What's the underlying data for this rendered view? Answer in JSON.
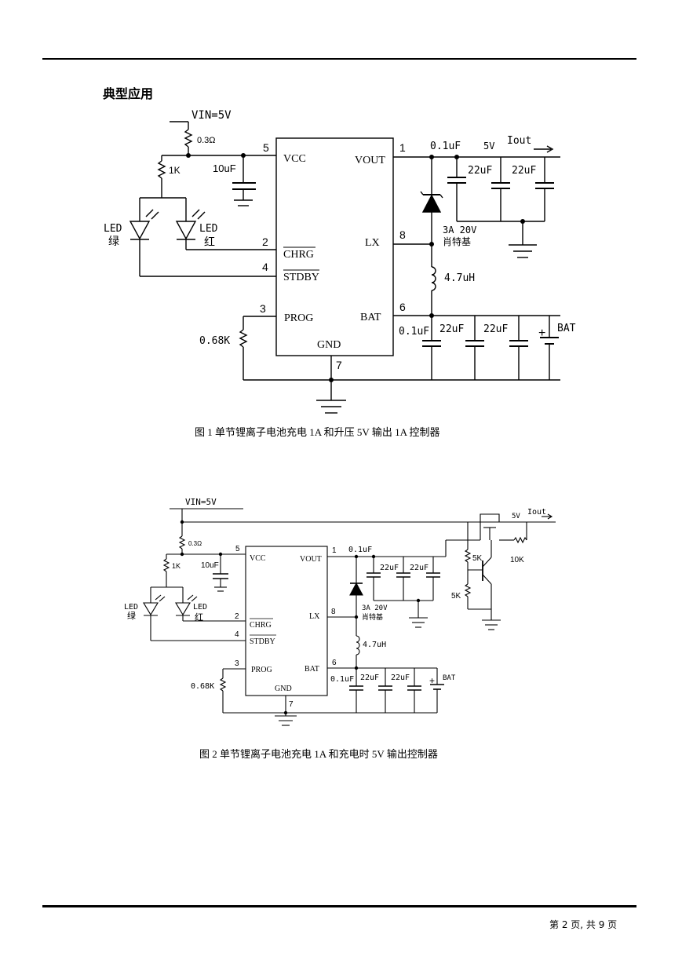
{
  "section_title": "典型应用",
  "figure1": {
    "caption": "图 1  单节锂离子电池充电 1A 和升压 5V 输出 1A 控制器",
    "vin": "VIN=5V",
    "r_sense": "0.3Ω",
    "r_led": "1K",
    "c_in": "10uF",
    "led_green": "LED",
    "led_green_color": "绿",
    "led_red": "LED",
    "led_red_color": "红",
    "r_prog": "0.68K",
    "pins": {
      "vcc": "VCC",
      "vcc_num": "5",
      "vout": "VOUT",
      "vout_num": "1",
      "chrg": "CHRG",
      "chrg_num": "2",
      "stdby": "STDBY",
      "stdby_num": "4",
      "lx": "LX",
      "lx_num": "8",
      "prog": "PROG",
      "prog_num": "3",
      "bat": "BAT",
      "bat_num": "6",
      "gnd": "GND",
      "gnd_num": "7"
    },
    "c_out_small": "0.1uF",
    "out_v": "5V",
    "iout": "Iout",
    "c_out1": "22uF",
    "c_out2": "22uF",
    "diode": "3A 20V",
    "diode_type": "肖特基",
    "inductor": "4.7uH",
    "c_bat_small": "0.1uF",
    "c_bat1": "22uF",
    "c_bat2": "22uF",
    "battery": "BAT",
    "plus": "+"
  },
  "figure2": {
    "caption": "图 2  单节锂离子电池充电 1A 和充电时 5V 输出控制器",
    "vin": "VIN=5V",
    "r_sense": "0.3Ω",
    "r_led": "1K",
    "c_in": "10uF",
    "led_green": "LED",
    "led_green_color": "绿",
    "led_red": "LED",
    "led_red_color": "红",
    "r_prog": "0.68K",
    "pins": {
      "vcc": "VCC",
      "vcc_num": "5",
      "vout": "VOUT",
      "vout_num": "1",
      "chrg": "CHRG",
      "chrg_num": "2",
      "stdby": "STDBY",
      "stdby_num": "4",
      "lx": "LX",
      "lx_num": "8",
      "prog": "PROG",
      "prog_num": "3",
      "bat": "BAT",
      "bat_num": "6",
      "gnd": "GND",
      "gnd_num": "7"
    },
    "c_out_small": "0.1uF",
    "out_v": "5V",
    "iout": "Iout",
    "c_out1": "22uF",
    "c_out2": "22uF",
    "diode": "3A 20V",
    "diode_type": "肖特基",
    "inductor": "4.7uH",
    "c_bat_small": "0.1uF",
    "c_bat1": "22uF",
    "c_bat2": "22uF",
    "battery": "BAT",
    "plus": "+",
    "r_5k_top": "5K",
    "r_5k_bottom": "5K",
    "r_10k": "10K"
  },
  "footer": "第 2 页, 共 9 页"
}
